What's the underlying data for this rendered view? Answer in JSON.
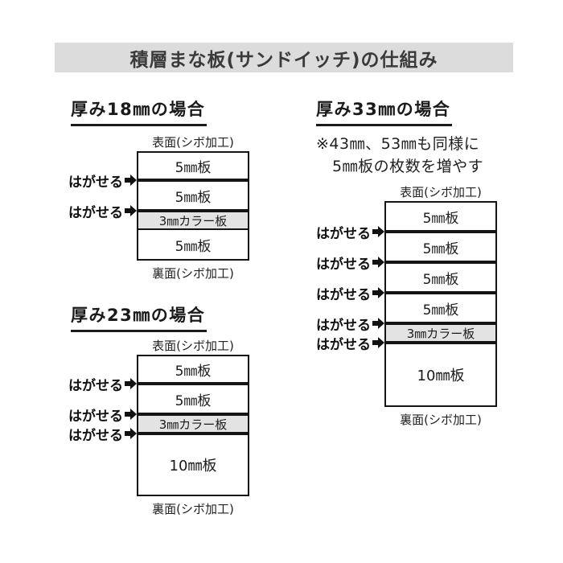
{
  "title": "積層まな板(サンドイッチ)の仕組み",
  "labels": {
    "peel": "はがせる",
    "surface": "表面(シボ加工)",
    "back": "裏面(シボ加工)"
  },
  "colors": {
    "title_bar_bg": "#dcdcdc",
    "color_board_bg": "#e3e3e3",
    "line": "#141414",
    "text": "#1a1a1a"
  },
  "sections": [
    {
      "heading": "厚み18㎜の場合",
      "layers": [
        "5㎜板",
        "5㎜板",
        "3㎜カラー板",
        "5㎜板"
      ],
      "peel_count": 2
    },
    {
      "heading": "厚み23㎜の場合",
      "layers": [
        "5㎜板",
        "5㎜板",
        "3㎜カラー板",
        "10㎜板"
      ],
      "peel_count": 3
    },
    {
      "heading": "厚み33㎜の場合",
      "note_line1": "※43㎜、53㎜も同様に",
      "note_line2": "5㎜板の枚数を増やす",
      "layers": [
        "5㎜板",
        "5㎜板",
        "5㎜板",
        "5㎜板",
        "3㎜カラー板",
        "10㎜板"
      ],
      "peel_count": 5
    }
  ]
}
